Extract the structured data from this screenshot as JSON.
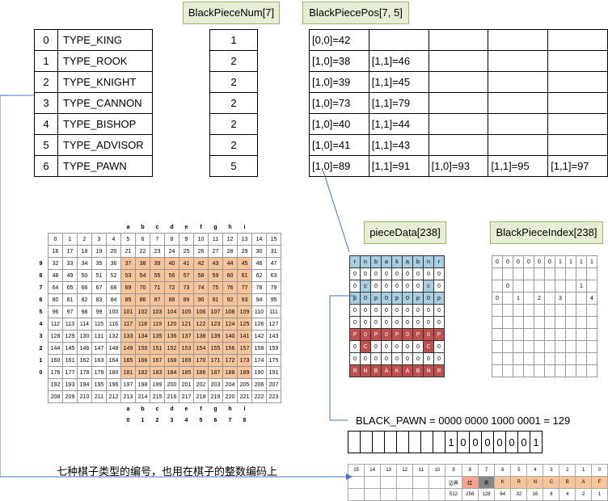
{
  "headers": {
    "num": "BlackPieceNum[7]",
    "pos": "BlackPiecePos[7, 5]",
    "piece_data": "pieceData[238]",
    "black_index": "BlackPieceIndex[238]"
  },
  "types": [
    {
      "idx": "0",
      "name": "TYPE_KING",
      "num": "1",
      "pos": [
        "[0,0]=42",
        "",
        "",
        "",
        ""
      ]
    },
    {
      "idx": "1",
      "name": "TYPE_ROOK",
      "num": "2",
      "pos": [
        "[1,0]=38",
        "[1,1]=46",
        "",
        "",
        ""
      ]
    },
    {
      "idx": "2",
      "name": "TYPE_KNIGHT",
      "num": "2",
      "pos": [
        "[1,0]=39",
        "[1,1]=45",
        "",
        "",
        ""
      ]
    },
    {
      "idx": "3",
      "name": "TYPE_CANNON",
      "num": "2",
      "pos": [
        "[1,0]=73",
        "[1,1]=79",
        "",
        "",
        ""
      ]
    },
    {
      "idx": "4",
      "name": "TYPE_BISHOP",
      "num": "2",
      "pos": [
        "[1,0]=40",
        "[1,1]=44",
        "",
        "",
        ""
      ]
    },
    {
      "idx": "5",
      "name": "TYPE_ADVISOR",
      "num": "2",
      "pos": [
        "[1,0]=41",
        "[1,1]=43",
        "",
        "",
        ""
      ]
    },
    {
      "idx": "6",
      "name": "TYPE_PAWN",
      "num": "5",
      "pos": [
        "[1,0]=89",
        "[1,1]=91",
        "[1,0]=93",
        "[1,1]=95",
        "[1,1]=97"
      ]
    }
  ],
  "board": {
    "file_letters": [
      "a",
      "b",
      "c",
      "d",
      "e",
      "f",
      "g",
      "h",
      "i"
    ],
    "file_numbers": [
      "0",
      "1",
      "2",
      "3",
      "4",
      "5",
      "6",
      "7",
      "8"
    ],
    "rank_labels": [
      "",
      "",
      "9",
      "8",
      "7",
      "6",
      "5",
      "4",
      "3",
      "2",
      "1",
      "0",
      "",
      ""
    ]
  },
  "black_pawn_formula": "BLACK_PAWN = 0000 0000 1000 0001 = 129",
  "bits": [
    "",
    "",
    "",
    "",
    "",
    "",
    "",
    "",
    "1",
    "0",
    "0",
    "0",
    "0",
    "0",
    "0",
    "1"
  ],
  "caption": "七种棋子类型的编号，也用在棋子的整数编码上",
  "bit_table": {
    "positions": [
      "15",
      "14",
      "13",
      "12",
      "11",
      "10",
      "9",
      "8",
      "7",
      "6",
      "5",
      "4",
      "3",
      "2",
      "1",
      "0"
    ],
    "labels": [
      "",
      "",
      "",
      "",
      "",
      "",
      "边界",
      "红",
      "黑",
      "K",
      "R",
      "N",
      "C",
      "B",
      "A",
      "F"
    ],
    "weights": [
      "",
      "",
      "",
      "",
      "",
      "",
      "512",
      "256",
      "128",
      "64",
      "32",
      "16",
      "8",
      "4",
      "2",
      "1"
    ]
  },
  "piece_rows": [
    [
      "r",
      "n",
      "b",
      "a",
      "k",
      "a",
      "b",
      "n",
      "r"
    ],
    [
      "0",
      "0",
      "0",
      "0",
      "0",
      "0",
      "0",
      "0",
      "0"
    ],
    [
      "0",
      "c",
      "0",
      "0",
      "0",
      "0",
      "0",
      "c",
      "0"
    ],
    [
      "p",
      "0",
      "p",
      "0",
      "p",
      "0",
      "p",
      "0",
      "p"
    ],
    [
      "0",
      "0",
      "0",
      "0",
      "0",
      "0",
      "0",
      "0",
      "0"
    ],
    [
      "0",
      "0",
      "0",
      "0",
      "0",
      "0",
      "0",
      "0",
      "0"
    ],
    [
      "P",
      "0",
      "P",
      "0",
      "P",
      "0",
      "P",
      "0",
      "P"
    ],
    [
      "0",
      "C",
      "0",
      "0",
      "0",
      "0",
      "0",
      "C",
      "0"
    ],
    [
      "0",
      "0",
      "0",
      "0",
      "0",
      "0",
      "0",
      "0",
      "0"
    ],
    [
      "R",
      "N",
      "B",
      "A",
      "K",
      "A",
      "B",
      "N",
      "R"
    ]
  ],
  "index_rows": [
    [
      "0",
      "0",
      "0",
      "0",
      "0",
      "0",
      "1",
      "1",
      "1",
      "1"
    ],
    [
      "",
      "",
      "",
      "",
      "",
      "",
      "",
      "",
      "",
      ""
    ],
    [
      "",
      "0",
      "",
      "",
      "",
      "",
      "",
      "",
      "1",
      ""
    ],
    [
      "0",
      "",
      "1",
      "",
      "2",
      "",
      "3",
      "",
      "",
      "4"
    ],
    [
      "",
      "",
      "",
      "",
      "",
      "",
      "",
      "",
      "",
      ""
    ],
    [
      "",
      "",
      "",
      "",
      "",
      "",
      "",
      "",
      "",
      ""
    ],
    [
      "",
      "",
      "",
      "",
      "",
      "",
      "",
      "",
      "",
      ""
    ],
    [
      "",
      "",
      "",
      "",
      "",
      "",
      "",
      "",
      "",
      ""
    ],
    [
      "",
      "",
      "",
      "",
      "",
      "",
      "",
      "",
      "",
      ""
    ],
    [
      "",
      "",
      "",
      "",
      "",
      "",
      "",
      "",
      "",
      ""
    ]
  ]
}
